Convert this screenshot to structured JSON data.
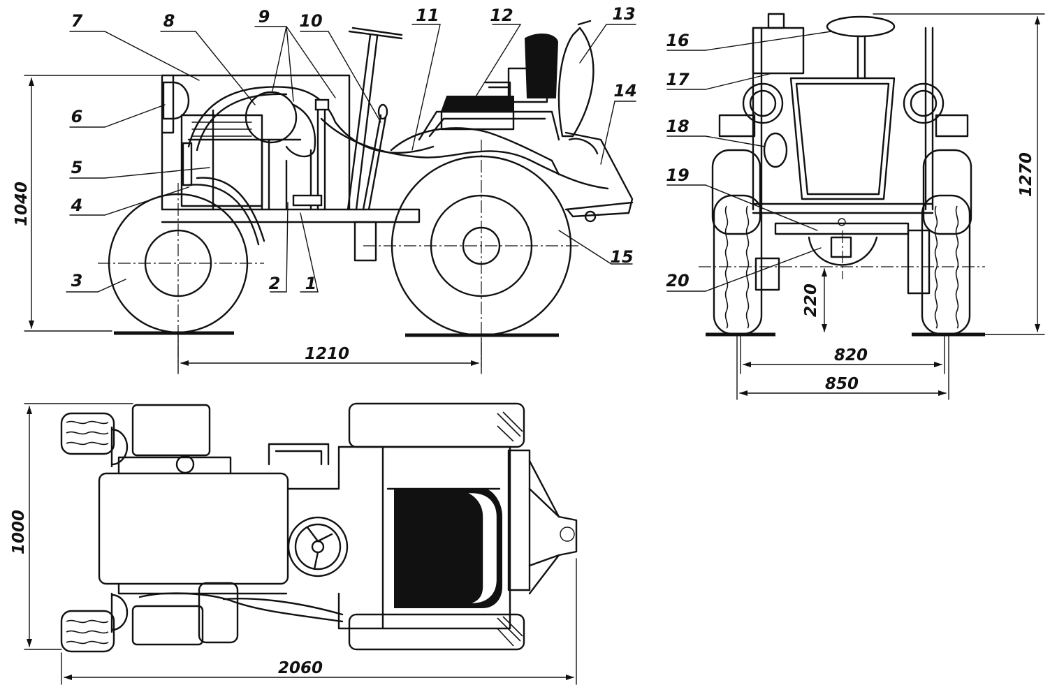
{
  "part_labels": [
    "1",
    "2",
    "3",
    "4",
    "5",
    "6",
    "7",
    "8",
    "9",
    "10",
    "11",
    "12",
    "13",
    "14",
    "15",
    "16",
    "17",
    "18",
    "19",
    "20"
  ],
  "dimensions": {
    "wheelbase": "1210",
    "height_side": "1040",
    "height_front": "1270",
    "clearance": "220",
    "track_rear": "820",
    "width_front": "850",
    "width_top": "1000",
    "length": "2060"
  }
}
